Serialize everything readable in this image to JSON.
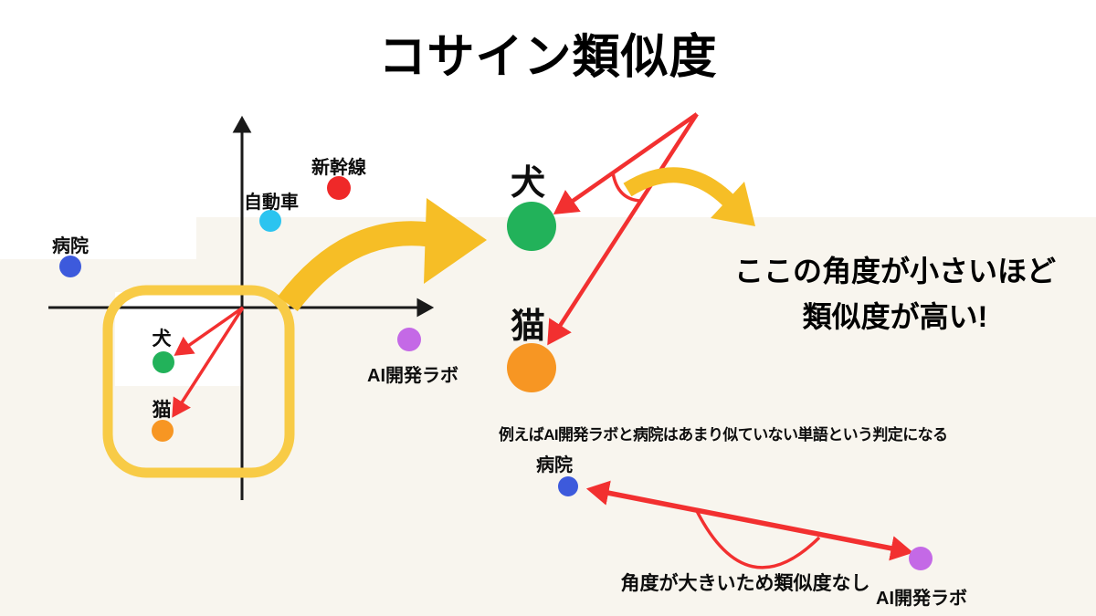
{
  "title": "コサイン類似度",
  "colors": {
    "hospital": "#3D5ADC",
    "car": "#2BC4F0",
    "shinkansen": "#EF2929",
    "dog": "#22B25A",
    "cat": "#F79623",
    "ai_lab": "#C469E6",
    "highlight_yellow": "#F8CB46",
    "arrow_yellow": "#F6BE26",
    "arrow_red": "#F23030",
    "axis_black": "#1A1A1A",
    "cream_background": "#F8F5EE"
  },
  "left_chart": {
    "points": [
      {
        "id": "hospital",
        "label": "病院"
      },
      {
        "id": "car",
        "label": "自動車"
      },
      {
        "id": "shinkansen",
        "label": "新幹線"
      },
      {
        "id": "dog",
        "label": "犬"
      },
      {
        "id": "cat",
        "label": "猫"
      },
      {
        "id": "ai_lab",
        "label": "AI開発ラボ"
      }
    ]
  },
  "zoom_view": {
    "dog_label": "犬",
    "cat_label": "猫",
    "note_line1": "ここの角度が小さいほど",
    "note_line2": "類似度が高い!"
  },
  "bottom_example": {
    "caption": "例えばAI開発ラボと病院はあまり似ていない単語という判定になる",
    "hospital_label": "病院",
    "ai_lab_label": "AI開発ラボ",
    "angle_note": "角度が大きいため類似度なし"
  }
}
